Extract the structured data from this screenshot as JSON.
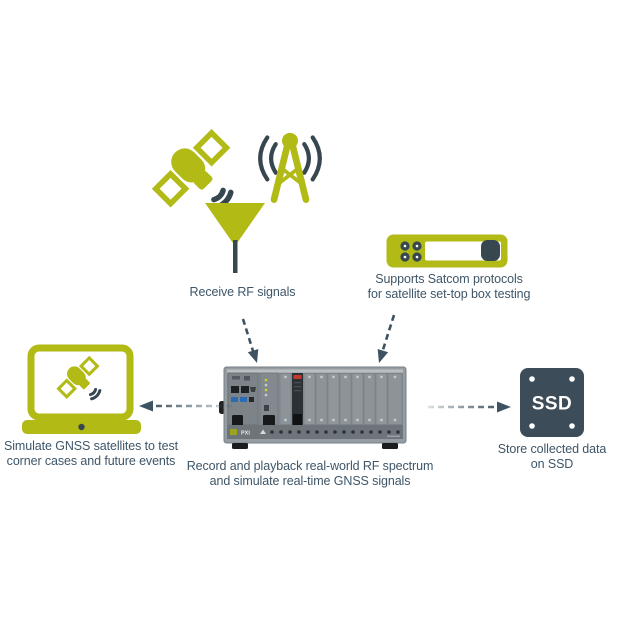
{
  "diagram": {
    "colors": {
      "accent_green": "#b2ba16",
      "slate_dark": "#37474f",
      "caption_text": "#3e5668",
      "chassis_gray": "#969da2"
    },
    "receive_group": {
      "caption": "Receive RF signals",
      "icons": [
        "gnss-satellite-icon",
        "radio-tower-icon",
        "antenna-icon"
      ]
    },
    "satcom": {
      "icon": "satcom-receiver-icon",
      "caption_line1": "Supports Satcom protocols",
      "caption_line2": "for satellite set-top box testing"
    },
    "laptop": {
      "icon": "laptop-gnss-icon",
      "caption_line1": "Simulate GNSS satellites to test",
      "caption_line2": "corner cases and future events"
    },
    "chassis": {
      "brand_label": "PXI",
      "caption_line1": "Record and playback real-world RF spectrum",
      "caption_line2": "and simulate real-time GNSS signals"
    },
    "ssd": {
      "icon": "ssd-icon",
      "icon_text": "SSD",
      "caption_line1": "Store collected data",
      "caption_line2": "on SSD"
    },
    "arrows": [
      "arrow-antenna-to-chassis",
      "arrow-satcom-to-chassis",
      "arrow-chassis-to-laptop",
      "arrow-chassis-to-ssd"
    ]
  }
}
